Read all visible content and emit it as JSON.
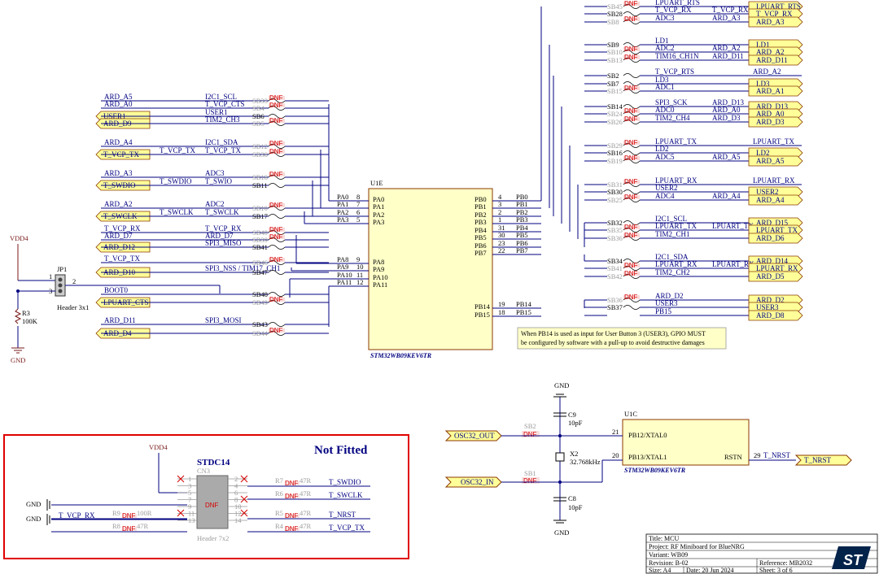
{
  "u1e": {
    "ref": "U1E",
    "part": "STM32WB09KEV6TR",
    "left_pins": [
      {
        "num": "8",
        "name": "PA0",
        "net": "PA0"
      },
      {
        "num": "7",
        "name": "PA1",
        "net": "PA1"
      },
      {
        "num": "6",
        "name": "PA2",
        "net": "PA2"
      },
      {
        "num": "5",
        "name": "PA3",
        "net": "PA3"
      },
      {
        "num": "9",
        "name": "PA8",
        "net": "PA8"
      },
      {
        "num": "10",
        "name": "PA9",
        "net": "PA9"
      },
      {
        "num": "11",
        "name": "PA10",
        "net": "PA10"
      },
      {
        "num": "12",
        "name": "PA11",
        "net": "PA11"
      }
    ],
    "right_pins": [
      {
        "num": "4",
        "name": "PB0",
        "net": "PB0"
      },
      {
        "num": "3",
        "name": "PB1",
        "net": "PB1"
      },
      {
        "num": "2",
        "name": "PB2",
        "net": "PB2"
      },
      {
        "num": "1",
        "name": "PB3",
        "net": "PB3"
      },
      {
        "num": "31",
        "name": "PB4",
        "net": "PB4"
      },
      {
        "num": "30",
        "name": "PB5",
        "net": "PB5"
      },
      {
        "num": "23",
        "name": "PB6",
        "net": "PB6"
      },
      {
        "num": "22",
        "name": "PB7",
        "net": "PB7"
      },
      {
        "num": "19",
        "name": "PB14",
        "net": "PB14"
      },
      {
        "num": "18",
        "name": "PB15",
        "net": "PB15"
      }
    ]
  },
  "left_groups": [
    {
      "rows": [
        {
          "port": "ARD_A5",
          "net": "I2C1_SCL",
          "sb": "SB33",
          "fitted": false
        },
        {
          "port": "ARD_A0",
          "net": "T_VCP_CTS",
          "sb": "SB4",
          "fitted": false
        },
        {
          "port": "USER1",
          "net": "USER1",
          "sb": "SB6",
          "fitted": true
        },
        {
          "port": "ARD_D9",
          "net": "TIM2_CH3",
          "sb": "SB5",
          "fitted": false
        }
      ]
    },
    {
      "rows": [
        {
          "port": "ARD_A4",
          "net": "I2C1_SDA",
          "sb": "SB12",
          "fitted": false
        },
        {
          "port": "T_VCP_TX",
          "net": "T_VCP_TX",
          "sb": "SB38",
          "fitted": false,
          "mid": "T_VCP_TX"
        }
      ]
    },
    {
      "rows": [
        {
          "port": "ARD_A3",
          "net": "ADC3",
          "sb": "SB18",
          "fitted": false
        },
        {
          "port": "T_SWDIO",
          "net": "T_SWIO",
          "sb": "SB11",
          "fitted": true,
          "mid": "T_SWDIO"
        }
      ]
    },
    {
      "rows": [
        {
          "port": "ARD_A2",
          "net": "ADC2",
          "sb": "SB10",
          "fitted": false
        },
        {
          "port": "T_SWCLK",
          "net": "T_SWCLK",
          "sb": "SB17",
          "fitted": true,
          "mid": "T_SWCLK"
        }
      ]
    },
    {
      "rows": [
        {
          "port": "T_VCP_RX",
          "net": "T_VCP_RX",
          "sb": "SB40",
          "fitted": false
        },
        {
          "port": "ARD_D7",
          "net": "ARD_D7",
          "sb": "SB39",
          "fitted": false
        },
        {
          "port": "ARD_D12",
          "net": "SPI3_MISO",
          "sb": "SB41",
          "fitted": true
        }
      ]
    },
    {
      "rows": [
        {
          "port": "T_VCP_TX",
          "net": "",
          "sb": "SB46",
          "fitted": false
        },
        {
          "port": "ARD_D10",
          "net": "SPI3_NSS / TIM17_CH1",
          "sb": "SB47",
          "fitted": true
        }
      ]
    },
    {
      "rows": [
        {
          "port": "BOOT0",
          "net": "",
          "sb": "SB48",
          "fitted": true
        },
        {
          "port": "LPUART_CTS",
          "net": "",
          "sb": "SB49",
          "fitted": false
        }
      ]
    },
    {
      "rows": [
        {
          "port": "ARD_D11",
          "net": "SPI3_MOSI",
          "sb": "SB43",
          "fitted": true
        },
        {
          "port": "ARD_D4",
          "net": "",
          "sb": "SB44",
          "fitted": false
        }
      ]
    }
  ],
  "right_groups": [
    {
      "rows": [
        {
          "sb": "SB45",
          "fitted": false,
          "net": "LPUART_RTS",
          "port": "LPUART_RTS",
          "mid": ""
        },
        {
          "sb": "SB28",
          "fitted": true,
          "net": "T_VCP_RX",
          "port": "T_VCP_RX",
          "mid": "T_VCP_RX"
        },
        {
          "sb": "SB8",
          "fitted": false,
          "net": "ADC3",
          "port": "ARD_A3",
          "mid": "ARD_A3"
        }
      ]
    },
    {
      "rows": [
        {
          "sb": "SB9",
          "fitted": true,
          "net": "LD1",
          "port": "LD1",
          "mid": ""
        },
        {
          "sb": "SB10",
          "fitted": false,
          "net": "ADC2",
          "port": "ARD_A2",
          "mid": "ARD_A2"
        },
        {
          "sb": "SB13",
          "fitted": false,
          "net": "TIM16_CH1N",
          "port": "ARD_D11",
          "mid": "ARD_D11"
        }
      ]
    },
    {
      "rows": [
        {
          "sb": "SB2",
          "fitted": true,
          "net": "T_VCP_RTS",
          "port": "",
          "mid": "ARD_A2"
        },
        {
          "sb": "SB7",
          "fitted": true,
          "net": "LD3",
          "port": "LD3",
          "mid": ""
        },
        {
          "sb": "SB15",
          "fitted": false,
          "net": "ADC1",
          "port": "ARD_A1",
          "mid": ""
        }
      ]
    },
    {
      "rows": [
        {
          "sb": "SB14",
          "fitted": true,
          "net": "SPI3_SCK",
          "port": "ARD_D13",
          "mid": "ARD_D13"
        },
        {
          "sb": "SB24",
          "fitted": false,
          "net": "ADC0",
          "port": "ARD_A0",
          "mid": "ARD_A0"
        },
        {
          "sb": "SB26",
          "fitted": false,
          "net": "TIM2_CH4",
          "port": "ARD_D3",
          "mid": "ARD_D3"
        }
      ]
    },
    {
      "rows": [
        {
          "sb": "SB29",
          "fitted": false,
          "net": "LPUART_TX",
          "port": "",
          "mid": "LPUART_TX"
        },
        {
          "sb": "SB16",
          "fitted": true,
          "net": "LD2",
          "port": "LD2",
          "mid": ""
        },
        {
          "sb": "SB19",
          "fitted": false,
          "net": "ADC5",
          "port": "ARD_A5",
          "mid": "ARD_A5"
        }
      ]
    },
    {
      "rows": [
        {
          "sb": "SB31",
          "fitted": false,
          "net": "LPUART_RX",
          "port": "",
          "mid": "LPUART_RX"
        },
        {
          "sb": "SB30",
          "fitted": true,
          "net": "USER2",
          "port": "USER2",
          "mid": ""
        },
        {
          "sb": "SB25",
          "fitted": false,
          "net": "ADC4",
          "port": "ARD_A4",
          "mid": "ARD_A4"
        }
      ]
    },
    {
      "rows": [
        {
          "sb": "SB32",
          "fitted": true,
          "net": "I2C1_SCL",
          "port": "ARD_D15",
          "mid": ""
        },
        {
          "sb": "SB35",
          "fitted": false,
          "net": "LPUART_TX",
          "port": "LPUART_TX",
          "mid": "LPUART_TX"
        },
        {
          "sb": "SB36",
          "fitted": false,
          "net": "TIM2_CH1",
          "port": "ARD_D6",
          "mid": ""
        }
      ]
    },
    {
      "rows": [
        {
          "sb": "SB34",
          "fitted": true,
          "net": "I2C1_SDA",
          "port": "ARD_D14",
          "mid": ""
        },
        {
          "sb": "SB41",
          "fitted": false,
          "net": "LPUART_RX",
          "port": "LPUART_RX",
          "mid": "LPUART_RX"
        },
        {
          "sb": "SB42",
          "fitted": false,
          "net": "TIM2_CH2",
          "port": "ARD_D5",
          "mid": ""
        }
      ]
    },
    {
      "rows": [
        {
          "sb": "SB36",
          "fitted": false,
          "net": "ARD_D2",
          "port": "ARD_D2",
          "mid": ""
        },
        {
          "sb": "SB37",
          "fitted": true,
          "net": "USER3",
          "port": "USER3",
          "mid": ""
        },
        {
          "sb": "",
          "fitted": true,
          "net": "PB15",
          "port": "ARD_D8",
          "mid": ""
        }
      ]
    }
  ],
  "note": {
    "line1": "When PB14 is used as input for User Button 3 (USER3), GPIO MUST",
    "line2": "be configured by software with a pull-up to avoid destructive damages"
  },
  "jp1": {
    "ref": "JP1",
    "desc": "Header 3x1",
    "vdd": "VDD4",
    "r_ref": "R3",
    "r_val": "100K",
    "gnd": "GND",
    "p1": "1",
    "p2": "2",
    "p3": "3"
  },
  "dnf": "DNF",
  "stdc": {
    "title": "Not Fitted",
    "name": "STDC14",
    "ref": "CN3",
    "desc": "Header 7x2",
    "vdd": "VDD4",
    "gnd1": "GND",
    "gnd2": "GND",
    "resistors": [
      {
        "ref": "R7",
        "val": "47R",
        "net": "T_SWDIO"
      },
      {
        "ref": "R6",
        "val": "47R",
        "net": "T_SWCLK"
      },
      {
        "ref": "R9",
        "val": "100R",
        "net": "T_VCP_RX"
      },
      {
        "ref": "R8",
        "val": "47R",
        "net": ""
      },
      {
        "ref": "R5",
        "val": "47R",
        "net": "T_NRST"
      },
      {
        "ref": "R4",
        "val": "47R",
        "net": "T_VCP_TX"
      }
    ],
    "pins_left": [
      "1",
      "3",
      "5",
      "7",
      "9",
      "11",
      "13"
    ],
    "pins_right": [
      "2",
      "4",
      "6",
      "8",
      "10",
      "12",
      "14"
    ]
  },
  "u1c": {
    "ref": "U1C",
    "part": "STM32WB09KEV6TR",
    "pin_a": "PB12/XTAL0",
    "pin_b": "PB13/XTAL1",
    "pin_c": "RSTN",
    "num_a": "21",
    "num_b": "20",
    "num_c": "29",
    "net_c": "T_NRST",
    "port_c": "T_NRST"
  },
  "osc": {
    "out": "OSC32_OUT",
    "in": "OSC32_IN",
    "sb_out": "SB2",
    "sb_in": "SB1",
    "c9": "C9",
    "c9v": "10pF",
    "c8": "C8",
    "c8v": "10pF",
    "x2": "X2",
    "x2v": "32.768kHz",
    "gnd": "GND"
  },
  "title_block": {
    "title": "Title: MCU",
    "project": "Project: RF Miniboard for BlueNRG",
    "variant": "Variant: WB09",
    "revision": "Revision:  B-02",
    "reference": "Reference: MB2032",
    "size": "Size: A4",
    "date": "Date: 20 Jun 2024",
    "sheet": "Sheet:  3   of  6"
  },
  "colors": {
    "wire": "#000080",
    "port_fill": "#ffff99",
    "port_stroke": "#8b3a00",
    "dnf": "#d40000",
    "red_box": "#e00000",
    "chip_fill": "#ffffc8"
  }
}
